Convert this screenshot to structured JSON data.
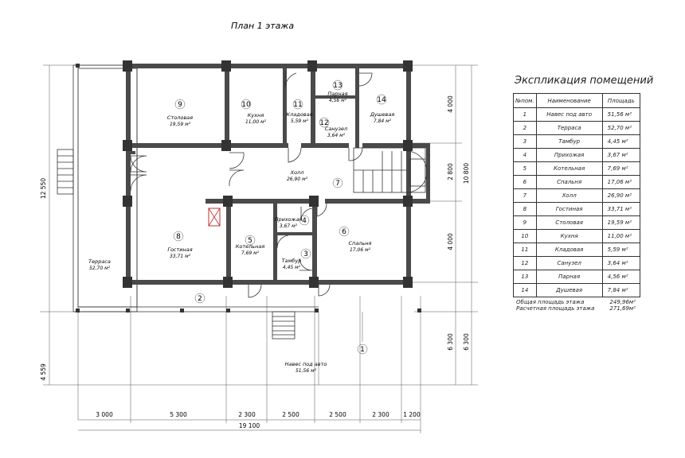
{
  "plan_title": "План 1 этажа",
  "rooms": [
    {
      "no": "9",
      "name": "Столовая",
      "area": "19,59 м²"
    },
    {
      "no": "10",
      "name": "Кухня",
      "area": "11,00 м²"
    },
    {
      "no": "11",
      "name": "Кладовая",
      "area": "5,59 м²"
    },
    {
      "no": "12",
      "name": "Санузел",
      "area": "3,64 м²"
    },
    {
      "no": "13",
      "name": "Парная",
      "area": "4,56 м²"
    },
    {
      "no": "14",
      "name": "Душевая",
      "area": "7,84 м²"
    },
    {
      "no": "7",
      "name": "Холл",
      "area": "26,90 м²"
    },
    {
      "no": "4",
      "name": "Прихожая",
      "area": "3,67 м²"
    },
    {
      "no": "8",
      "name": "Гостиная",
      "area": "33,71 м²"
    },
    {
      "no": "5",
      "name": "Котельная",
      "area": "7,69 м²"
    },
    {
      "no": "3",
      "name": "Тамбур",
      "area": "4,45 м²"
    },
    {
      "no": "6",
      "name": "Спальня",
      "area": "17,06 м²"
    },
    {
      "no": "2",
      "name": "Терраса",
      "area": "52,70 м²"
    },
    {
      "no": "1",
      "name": "Навес под авто",
      "area": "51,56 м²"
    }
  ],
  "dimensions": {
    "bottom": [
      "3 000",
      "5 300",
      "2 300",
      "2 500",
      "2 500",
      "2 300",
      "1 200"
    ],
    "bottom_total": "19 100",
    "left_total": "12 550",
    "left_lower": "4 559",
    "right_inner": [
      "4 000",
      "2 800",
      "4 000",
      "6 300"
    ],
    "right_outer": [
      "10 800",
      "6 300"
    ]
  },
  "explication": {
    "title": "Экспликация помещений",
    "headers": [
      "№пом.",
      "Наименование",
      "Площадь"
    ],
    "rows": [
      [
        "1",
        "Навес под авто",
        "51,56 м²"
      ],
      [
        "2",
        "Терраса",
        "52,70 м²"
      ],
      [
        "3",
        "Тамбур",
        "4,45 м²"
      ],
      [
        "4",
        "Прихожая",
        "3,67 м²"
      ],
      [
        "5",
        "Котельная",
        "7,69 м²"
      ],
      [
        "6",
        "Спальня",
        "17,06 м²"
      ],
      [
        "7",
        "Холл",
        "26,90 м²"
      ],
      [
        "8",
        "Гостиная",
        "33,71 м²"
      ],
      [
        "9",
        "Столовая",
        "19,59 м²"
      ],
      [
        "10",
        "Кухня",
        "11,00 м²"
      ],
      [
        "11",
        "Кладовая",
        "5,59 м²"
      ],
      [
        "12",
        "Санузел",
        "3,64 м²"
      ],
      [
        "13",
        "Парная",
        "4,56 м²"
      ],
      [
        "14",
        "Душевая",
        "7,84 м²"
      ]
    ],
    "total_floor_label": "Общая площадь этажа",
    "total_floor_value": "249,96м²",
    "calc_label": "Расчетная площадь этажа",
    "calc_value": "271,69м²"
  }
}
